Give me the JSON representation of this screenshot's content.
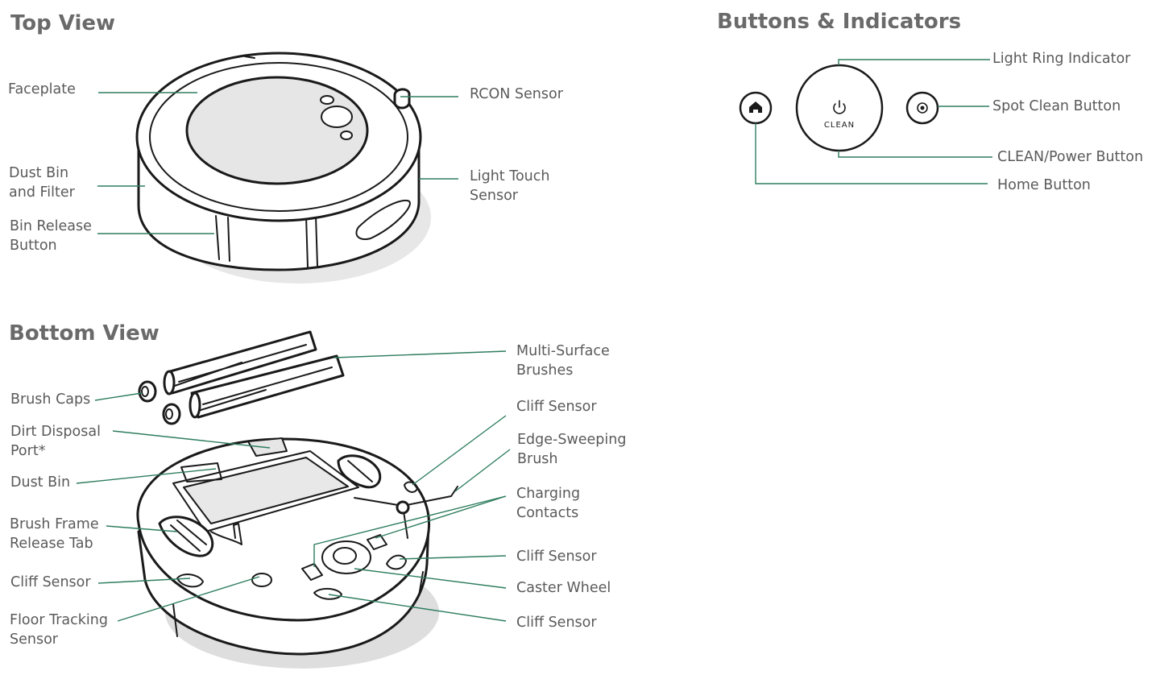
{
  "headings": {
    "top_view": "Top View",
    "bottom_view": "Bottom View",
    "buttons_indicators": "Buttons & Indicators"
  },
  "top_view_labels": {
    "faceplate": "Faceplate",
    "dust_bin_filter": [
      "Dust Bin",
      "and Filter"
    ],
    "bin_release_button": [
      "Bin Release",
      "Button"
    ],
    "rcon_sensor": "RCON Sensor",
    "light_touch_sensor": [
      "Light Touch",
      "Sensor"
    ]
  },
  "bottom_view_labels": {
    "brush_caps": "Brush Caps",
    "dirt_disposal_port": [
      "Dirt Disposal",
      "Port*"
    ],
    "dust_bin": "Dust Bin",
    "brush_frame_release_tab": [
      "Brush Frame",
      "Release Tab"
    ],
    "cliff_sensor_left": "Cliff Sensor",
    "floor_tracking_sensor": [
      "Floor Tracking",
      "Sensor"
    ],
    "multi_surface_brushes": [
      "Multi-Surface",
      "Brushes"
    ],
    "cliff_sensor_top_right": "Cliff Sensor",
    "edge_sweeping_brush": [
      "Edge-Sweeping",
      "Brush"
    ],
    "charging_contacts": [
      "Charging",
      "Contacts"
    ],
    "cliff_sensor_right": "Cliff Sensor",
    "caster_wheel": "Caster Wheel",
    "cliff_sensor_bottom_right": "Cliff Sensor"
  },
  "buttons_labels": {
    "light_ring_indicator": "Light Ring Indicator",
    "spot_clean_button": "Spot Clean Button",
    "clean_power_button": "CLEAN/Power Button",
    "home_button": "Home Button",
    "clean_text": "CLEAN"
  },
  "icons": {
    "power": "power-icon",
    "home": "home-icon",
    "spot": "spot-clean-icon"
  },
  "colors": {
    "leader_line": "#2e7d5e",
    "outline": "#1a1a1a",
    "heading_text": "#6a6a6a",
    "label_text": "#5a5a5a",
    "shadow": "#e7e7e7"
  }
}
